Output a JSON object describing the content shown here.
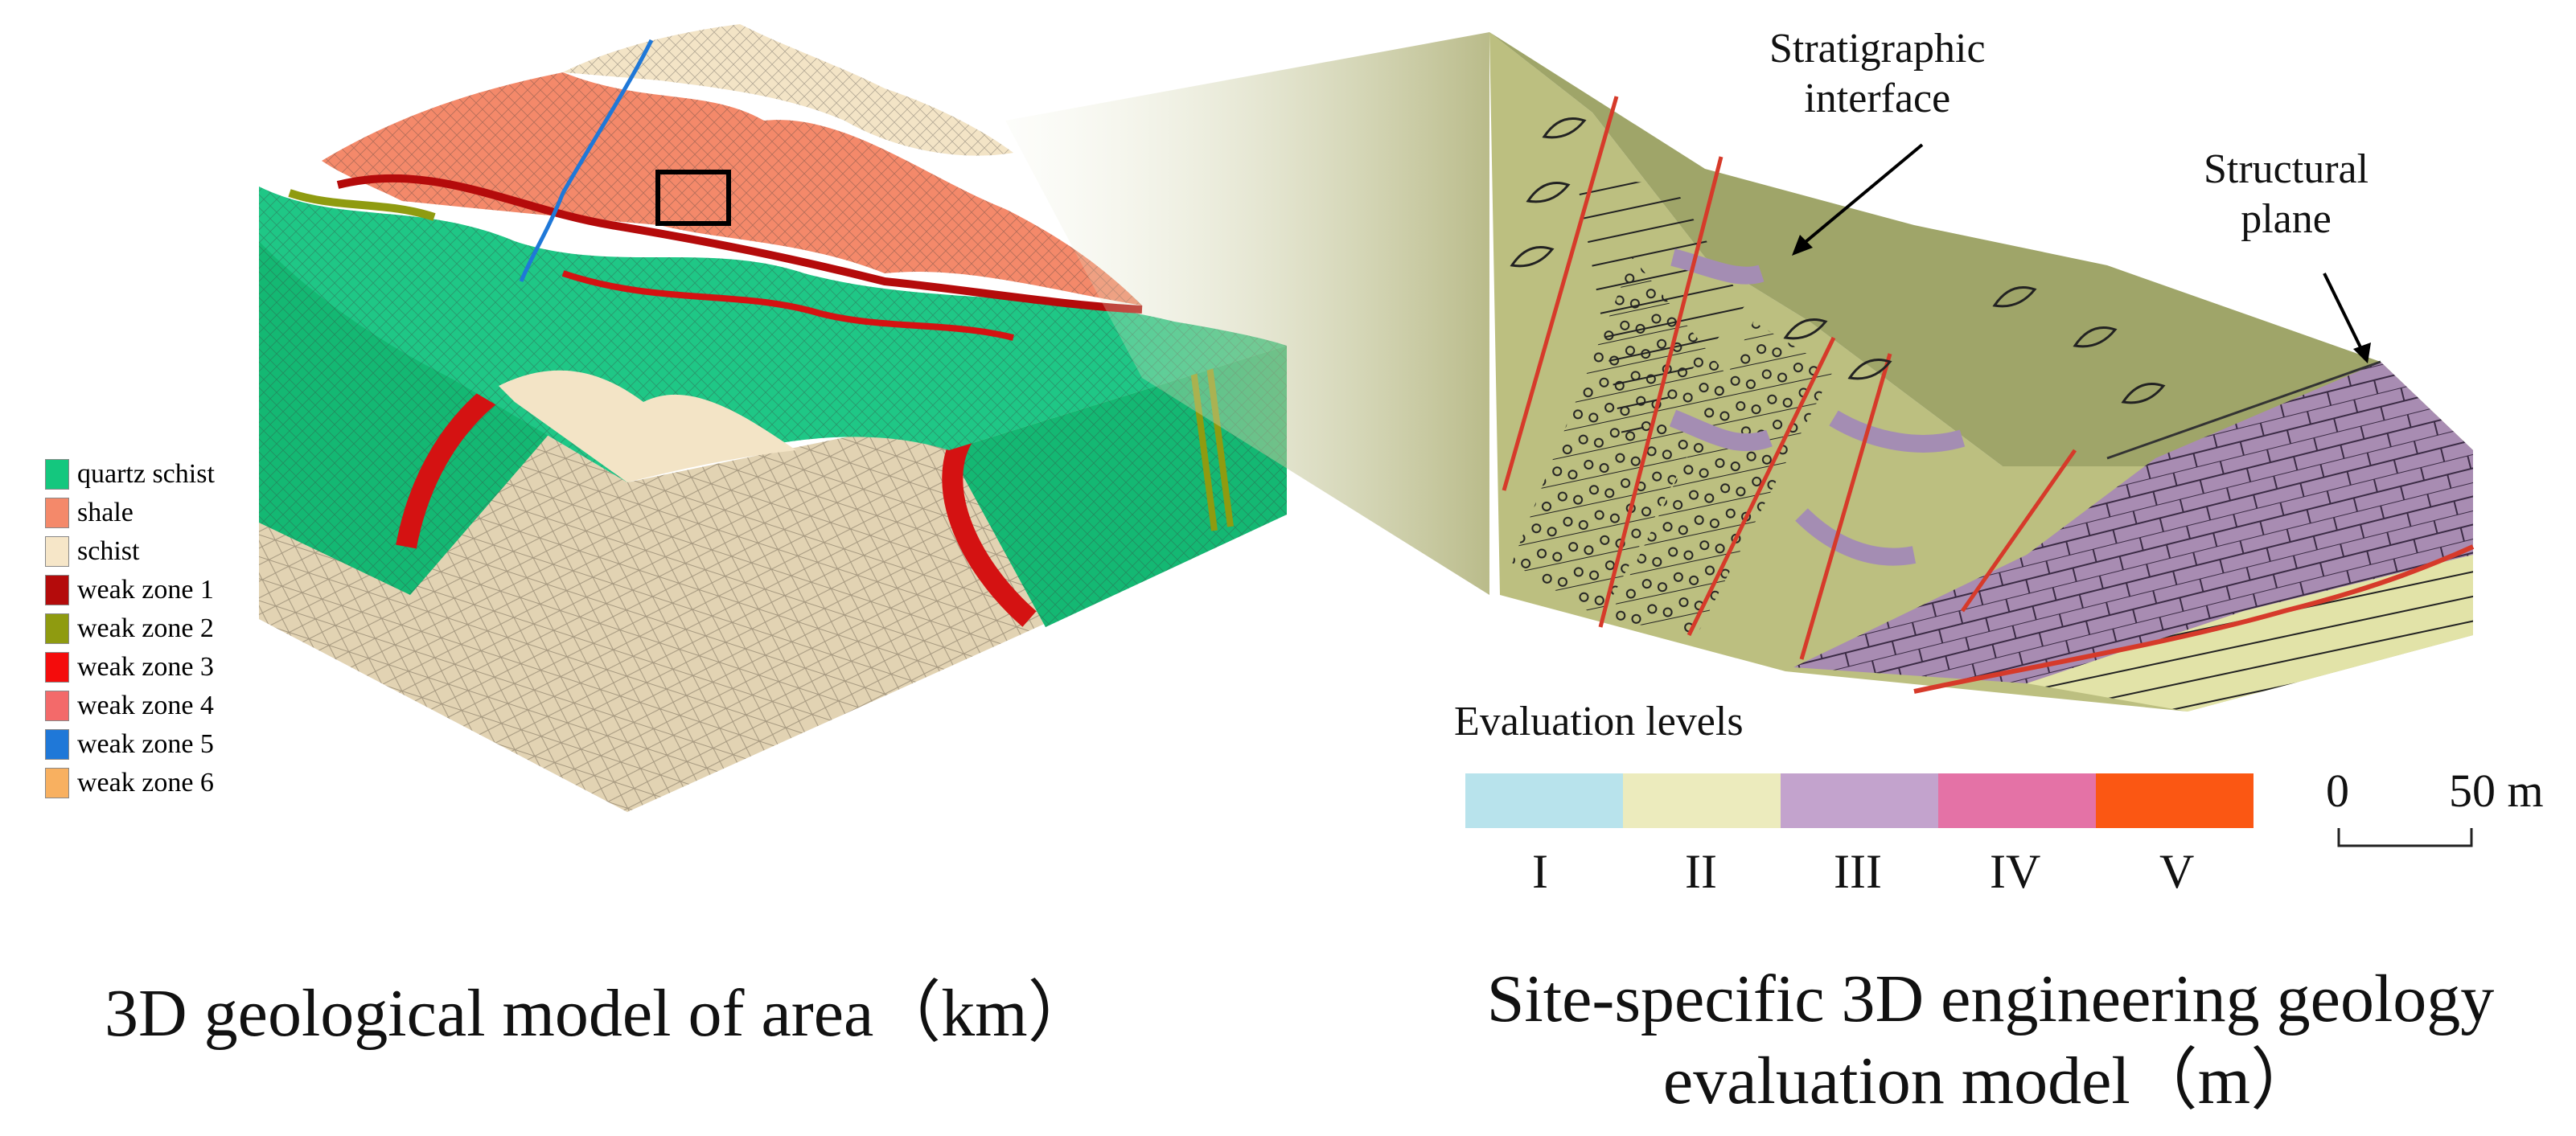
{
  "legend": {
    "items": [
      {
        "label": "quartz schist",
        "color": "#14c77e"
      },
      {
        "label": "shale",
        "color": "#f4896a"
      },
      {
        "label": "schist",
        "color": "#f6e6c8"
      },
      {
        "label": "weak zone 1",
        "color": "#b40b0b"
      },
      {
        "label": "weak zone 2",
        "color": "#8f9b10"
      },
      {
        "label": "weak zone 3",
        "color": "#f40c0c"
      },
      {
        "label": "weak zone 4",
        "color": "#f36a6a"
      },
      {
        "label": "weak zone 5",
        "color": "#1f78d8"
      },
      {
        "label": "weak zone 6",
        "color": "#f8b060"
      }
    ]
  },
  "callouts": {
    "stratigraphic": "Stratigraphic\ninterface",
    "structural": "Structural\nplane"
  },
  "evaluation": {
    "title": "Evaluation levels",
    "levels": [
      {
        "label": "I",
        "color": "#b8e3ec"
      },
      {
        "label": "II",
        "color": "#ecebbd"
      },
      {
        "label": "III",
        "color": "#c3a3cd"
      },
      {
        "label": "IV",
        "color": "#e472a6"
      },
      {
        "label": "V",
        "color": "#fb5713"
      }
    ]
  },
  "scale": {
    "start": "0",
    "end": "50 m"
  },
  "captions": {
    "left": "3D geological model of  area（km）",
    "right": "Site-specific 3D engineering geology\nevaluation model（m）"
  }
}
